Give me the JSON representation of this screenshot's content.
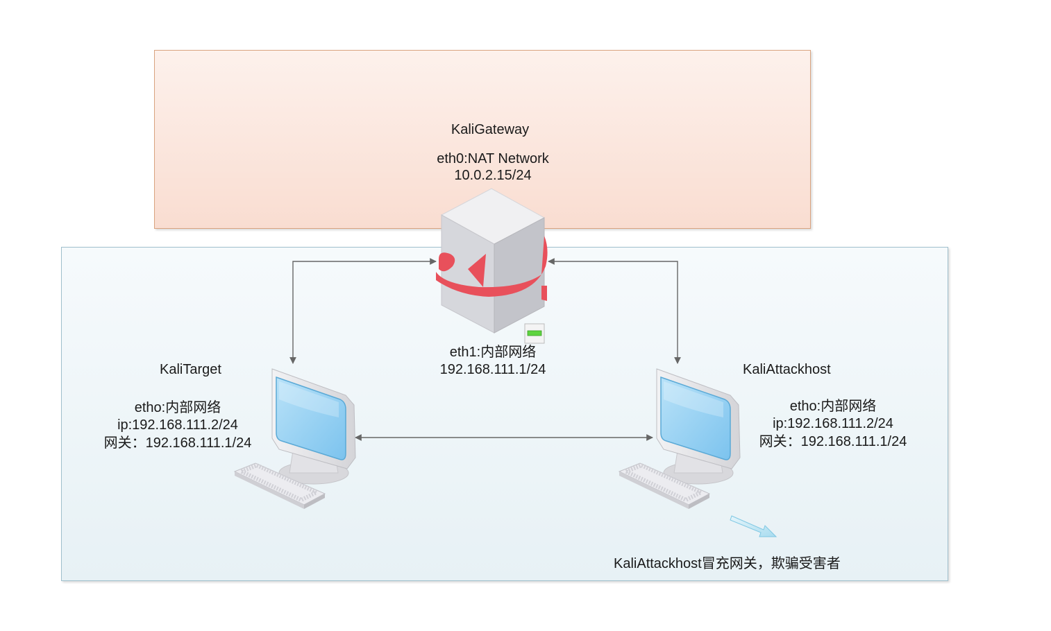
{
  "gateway": {
    "name": "KaliGateway",
    "eth0_label": "eth0:NAT Network",
    "eth0_ip": "10.0.2.15/24",
    "eth1_label": "eth1:内部网络",
    "eth1_ip": "192.168.111.1/24"
  },
  "target": {
    "name": "KaliTarget",
    "iface": "etho:内部网络",
    "ip": "ip:192.168.111.2/24",
    "gateway": "网关：192.168.111.1/24"
  },
  "attacker": {
    "name": "KaliAttackhost",
    "iface": "etho:内部网络",
    "ip": "ip:192.168.111.2/24",
    "gateway": "网关：192.168.111.1/24"
  },
  "note": "KaliAttackhost冒充网关，欺骗受害者",
  "colors": {
    "gateway_zone": "#f9ddd1",
    "lan_zone": "#e7f1f5",
    "router_arrow": "#e8505b",
    "screen": "#8ecdf2",
    "connector": "#666666"
  },
  "icons": [
    "server-icon",
    "sync-arrow-icon",
    "computer-icon",
    "keyboard-icon",
    "status-led-icon"
  ]
}
